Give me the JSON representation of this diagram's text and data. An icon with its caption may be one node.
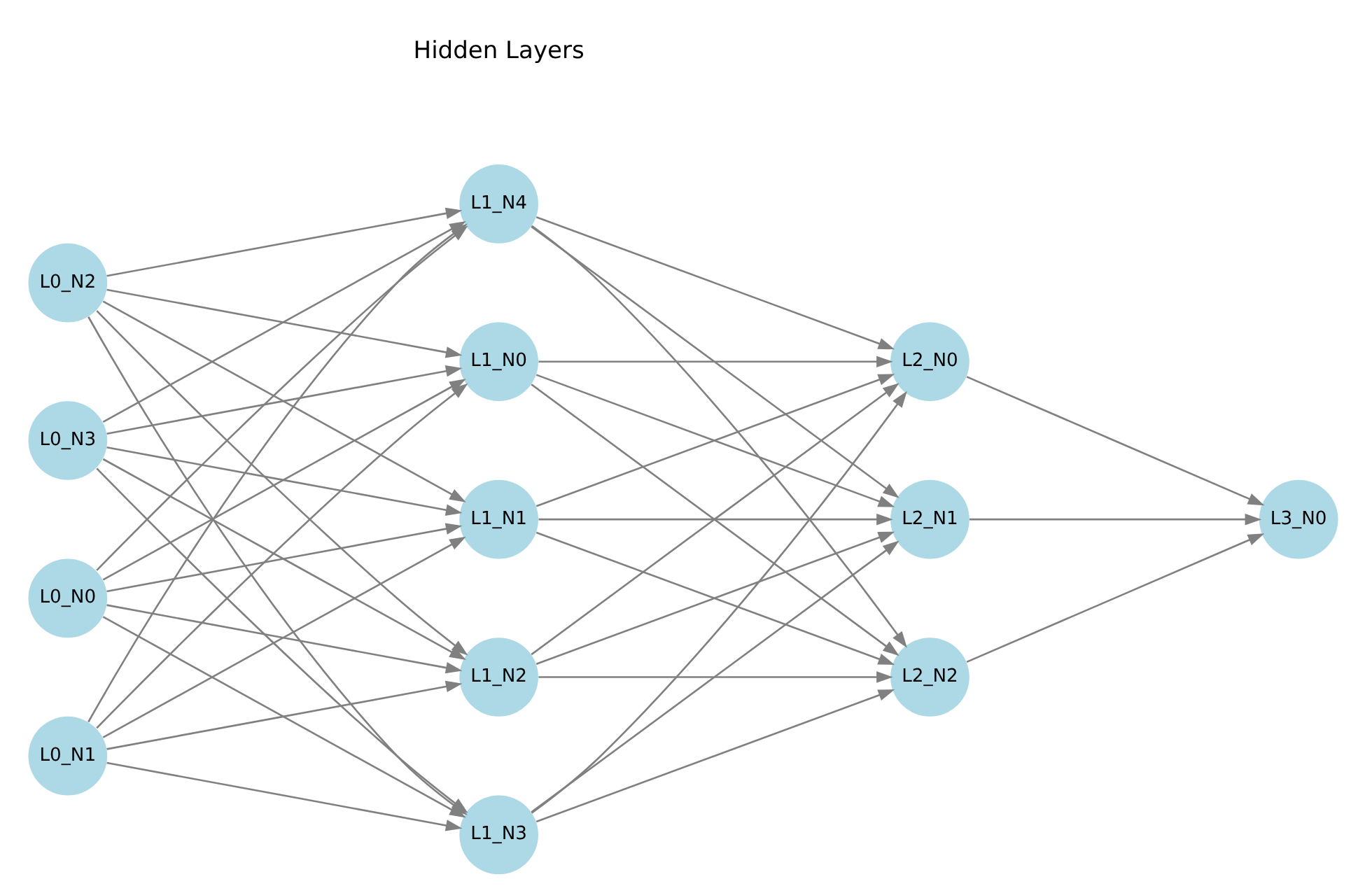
{
  "diagram": {
    "nodes": [
      {
        "text": [
          "L0_N0"
        ]
      },
      {
        "text": [
          "L0_N1"
        ]
      },
      {
        "text": [
          "L0_N2"
        ]
      },
      {
        "text": [
          "L0_N3"
        ]
      },
      {
        "text": [
          "L1_N0"
        ]
      },
      {
        "text": [
          "L1_N1"
        ]
      },
      {
        "text": [
          "L1_N2"
        ]
      },
      {
        "text": [
          "L1_N3"
        ]
      },
      {
        "text": [
          "L1_N4"
        ]
      },
      {
        "text": [
          "L2_N0"
        ]
      },
      {
        "text": [
          "L2_N1"
        ]
      },
      {
        "text": [
          "L2_N2"
        ]
      },
      {
        "text": [
          "L3_N0"
        ]
      }
    ],
    "edges": [
      {
        "from": 0,
        "to": 4,
        "arrow": "to"
      },
      {
        "from": 0,
        "to": 5,
        "arrow": "to"
      },
      {
        "from": 0,
        "to": 6,
        "arrow": "to"
      },
      {
        "from": 0,
        "to": 7,
        "arrow": "to"
      },
      {
        "from": 0,
        "to": 8,
        "arrow": "to"
      },
      {
        "from": 1,
        "to": 4,
        "arrow": "to"
      },
      {
        "from": 1,
        "to": 5,
        "arrow": "to"
      },
      {
        "from": 1,
        "to": 6,
        "arrow": "to"
      },
      {
        "from": 1,
        "to": 7,
        "arrow": "to"
      },
      {
        "from": 1,
        "to": 8,
        "arrow": "to"
      },
      {
        "from": 2,
        "to": 4,
        "arrow": "to"
      },
      {
        "from": 2,
        "to": 5,
        "arrow": "to"
      },
      {
        "from": 2,
        "to": 6,
        "arrow": "to"
      },
      {
        "from": 2,
        "to": 7,
        "arrow": "to"
      },
      {
        "from": 2,
        "to": 8,
        "arrow": "to"
      },
      {
        "from": 3,
        "to": 4,
        "arrow": "to"
      },
      {
        "from": 3,
        "to": 5,
        "arrow": "to"
      },
      {
        "from": 3,
        "to": 6,
        "arrow": "to"
      },
      {
        "from": 3,
        "to": 7,
        "arrow": "to"
      },
      {
        "from": 3,
        "to": 8,
        "arrow": "to"
      },
      {
        "from": 4,
        "to": 9,
        "arrow": "to"
      },
      {
        "from": 4,
        "to": 10,
        "arrow": "to"
      },
      {
        "from": 4,
        "to": 11,
        "arrow": "to"
      },
      {
        "from": 5,
        "to": 9,
        "arrow": "to"
      },
      {
        "from": 5,
        "to": 10,
        "arrow": "to"
      },
      {
        "from": 5,
        "to": 11,
        "arrow": "to"
      },
      {
        "from": 6,
        "to": 9,
        "arrow": "to"
      },
      {
        "from": 6,
        "to": 10,
        "arrow": "to"
      },
      {
        "from": 6,
        "to": 11,
        "arrow": "to"
      },
      {
        "from": 7,
        "to": 9,
        "arrow": "to"
      },
      {
        "from": 7,
        "to": 10,
        "arrow": "to"
      },
      {
        "from": 7,
        "to": 11,
        "arrow": "to"
      },
      {
        "from": 8,
        "to": 9,
        "arrow": "to"
      },
      {
        "from": 8,
        "to": 10,
        "arrow": "to"
      },
      {
        "from": 8,
        "to": 11,
        "arrow": "to"
      },
      {
        "from": 9,
        "to": 12,
        "arrow": "to"
      },
      {
        "from": 10,
        "to": 12,
        "arrow": "to"
      },
      {
        "from": 11,
        "to": 12,
        "arrow": "to"
      }
    ],
    "labels": [
      "Hidden Layers"
    ]
  }
}
